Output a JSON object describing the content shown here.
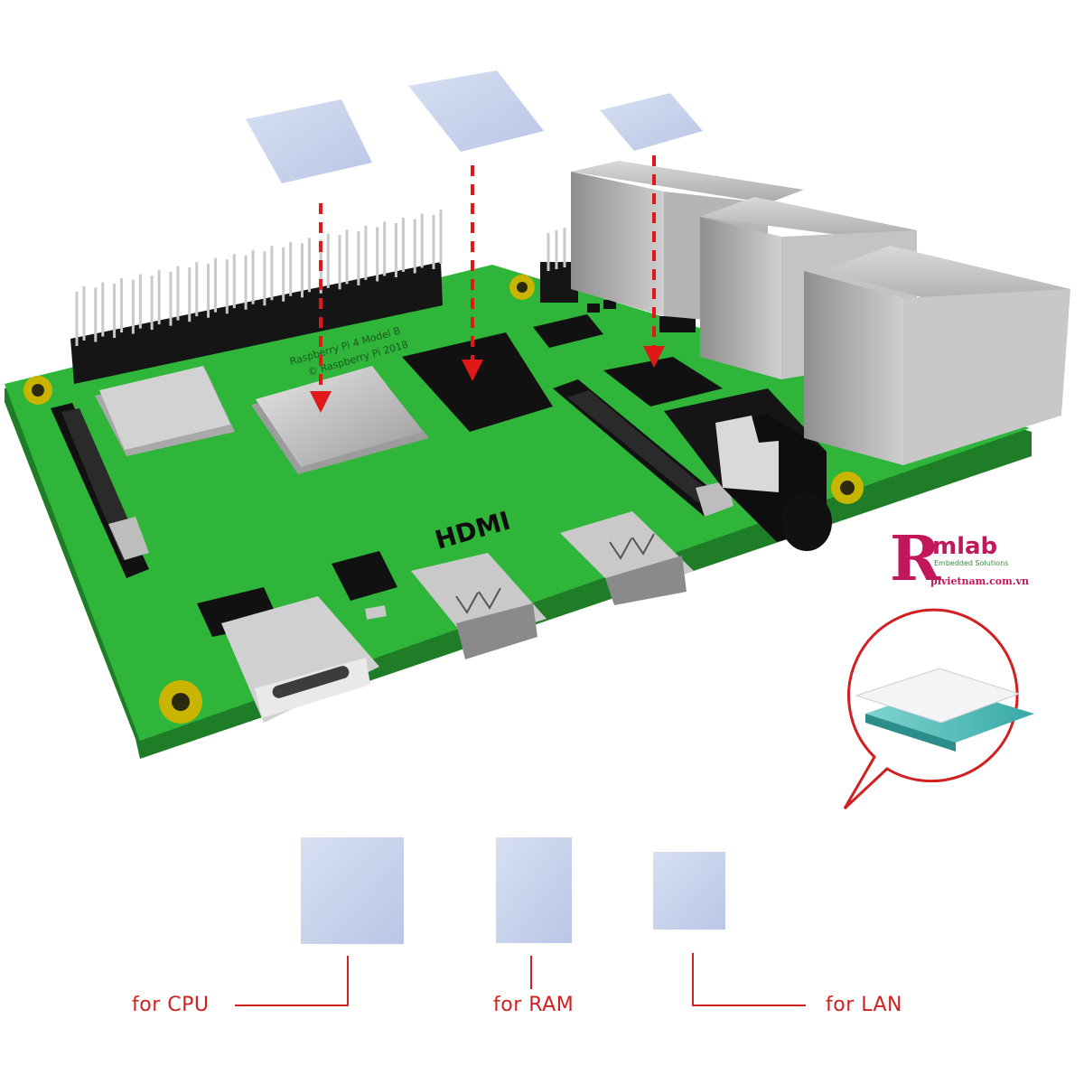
{
  "board": {
    "silkscreen_hdmi": "HDMI",
    "silkscreen_model": "Raspberry Pi 4 Model B",
    "silkscreen_copyright": "© Raspberry Pi 2018"
  },
  "brand": {
    "mark": "R",
    "name": "mlab",
    "tagline": "Embedded Solutions",
    "url": "pivietnam.com.vn"
  },
  "pads": [
    {
      "label": "for CPU"
    },
    {
      "label": "for RAM"
    },
    {
      "label": "for LAN"
    }
  ],
  "colors": {
    "pcb": "#2fb53a",
    "pcb_edge": "#1f7d27",
    "pad": "#c9d6ee",
    "arrow": "#e01818",
    "label": "#d02020",
    "chip_dark": "#111111",
    "port_metal": "#b8b8b8",
    "brand": "#c2185b"
  }
}
